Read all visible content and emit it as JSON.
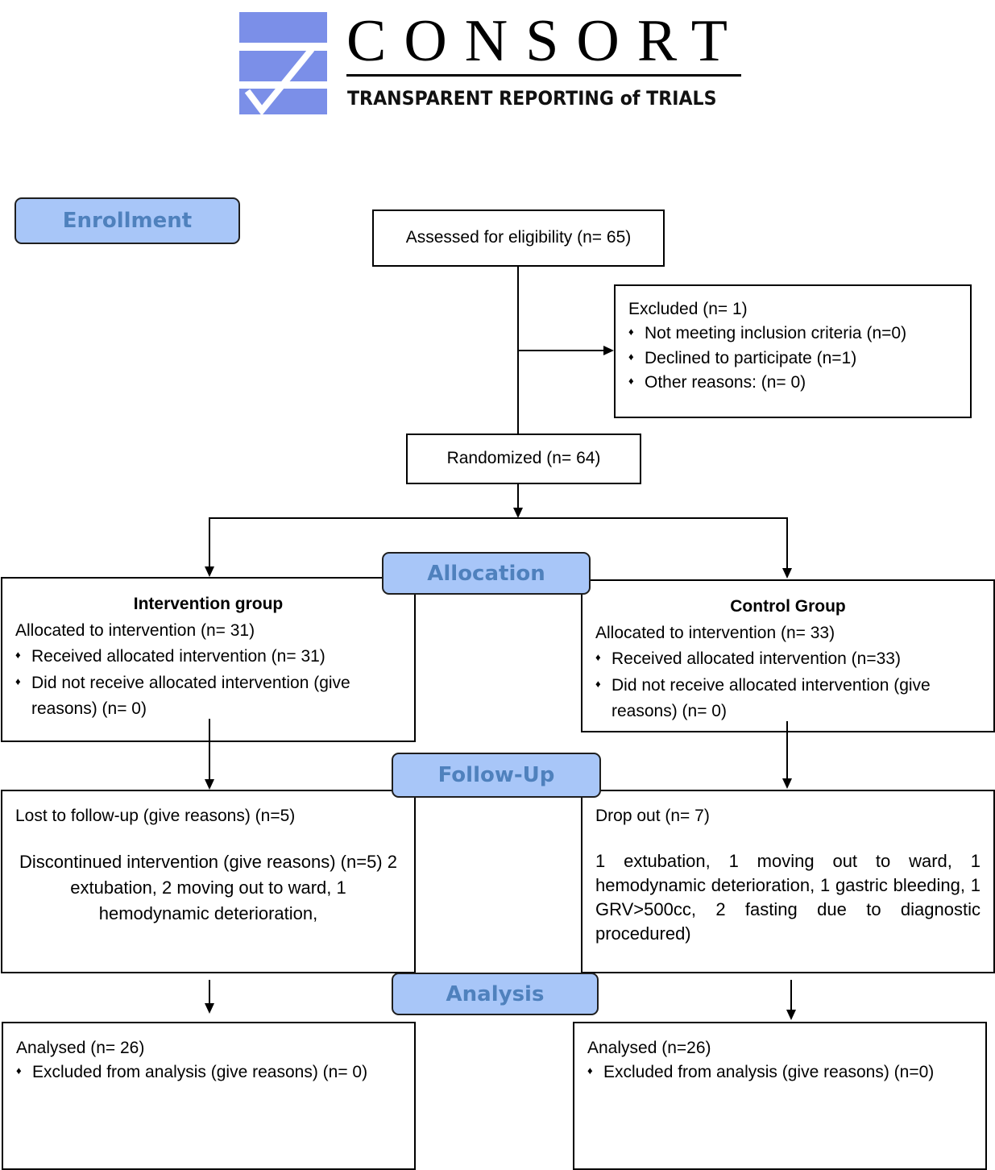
{
  "logo": {
    "title": "CONSORT",
    "subtitle": "TRANSPARENT REPORTING of TRIALS",
    "color": "#7b8fe8"
  },
  "stages": {
    "enrollment": "Enrollment",
    "allocation": "Allocation",
    "follow_up": "Follow-Up",
    "analysis": "Analysis"
  },
  "assessed": "Assessed for eligibility (n= 65)",
  "excluded": {
    "title": "Excluded  (n=   1)",
    "items": [
      "Not meeting inclusion criteria (n=0)",
      "Declined to participate (n=1)",
      "Other reasons: (n= 0)"
    ]
  },
  "randomized": "Randomized (n= 64)",
  "intervention": {
    "title": "Intervention group",
    "allocated": "Allocated to intervention (n= 31)",
    "items": [
      "Received allocated intervention (n= 31)",
      "Did not receive allocated intervention (give reasons) (n= 0)"
    ],
    "followup_lost": "Lost to follow-up (give reasons) (n=5)",
    "followup_disc": "Discontinued intervention (give reasons) (n=5)  2 extubation, 2 moving out to ward, 1 hemodynamic deterioration,",
    "analysed": "Analysed  (n=  26)",
    "excluded_analysis": "Excluded from analysis (give reasons) (n= 0)"
  },
  "control": {
    "title": "Control Group",
    "allocated": "Allocated to intervention (n= 33)",
    "items": [
      "Received allocated intervention (n=33)",
      "Did not receive allocated intervention (give reasons) (n= 0)"
    ],
    "dropout": "Drop out  (n=  7)",
    "dropout_detail": "1 extubation, 1 moving out to ward, 1 hemodynamic deterioration, 1 gastric bleeding, 1 GRV>500cc, 2 fasting due to diagnostic procedured)",
    "analysed": "Analysed  (n=26)",
    "excluded_analysis": "Excluded from analysis (give reasons) (n=0)"
  },
  "colors": {
    "stage_fill": "#a8c6f8",
    "stage_text": "#4f81bd"
  }
}
